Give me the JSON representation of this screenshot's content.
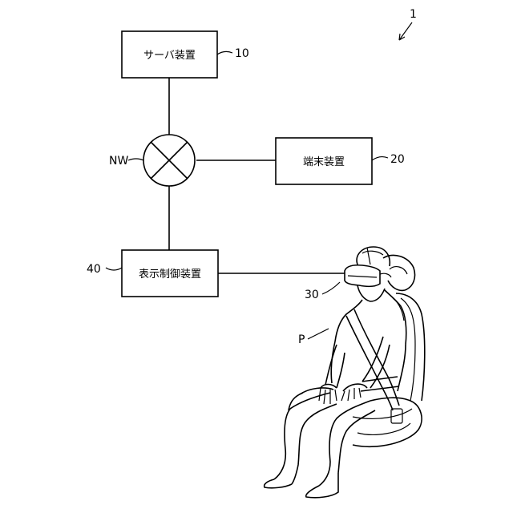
{
  "figure": {
    "figure_ref": "1",
    "network_label": "NW",
    "server": {
      "label": "サーバ装置",
      "ref": "10"
    },
    "terminal": {
      "label": "端末装置",
      "ref": "20"
    },
    "display_control": {
      "label": "表示制御装置",
      "ref": "40"
    },
    "hmd_ref": "30",
    "person_ref": "P"
  }
}
